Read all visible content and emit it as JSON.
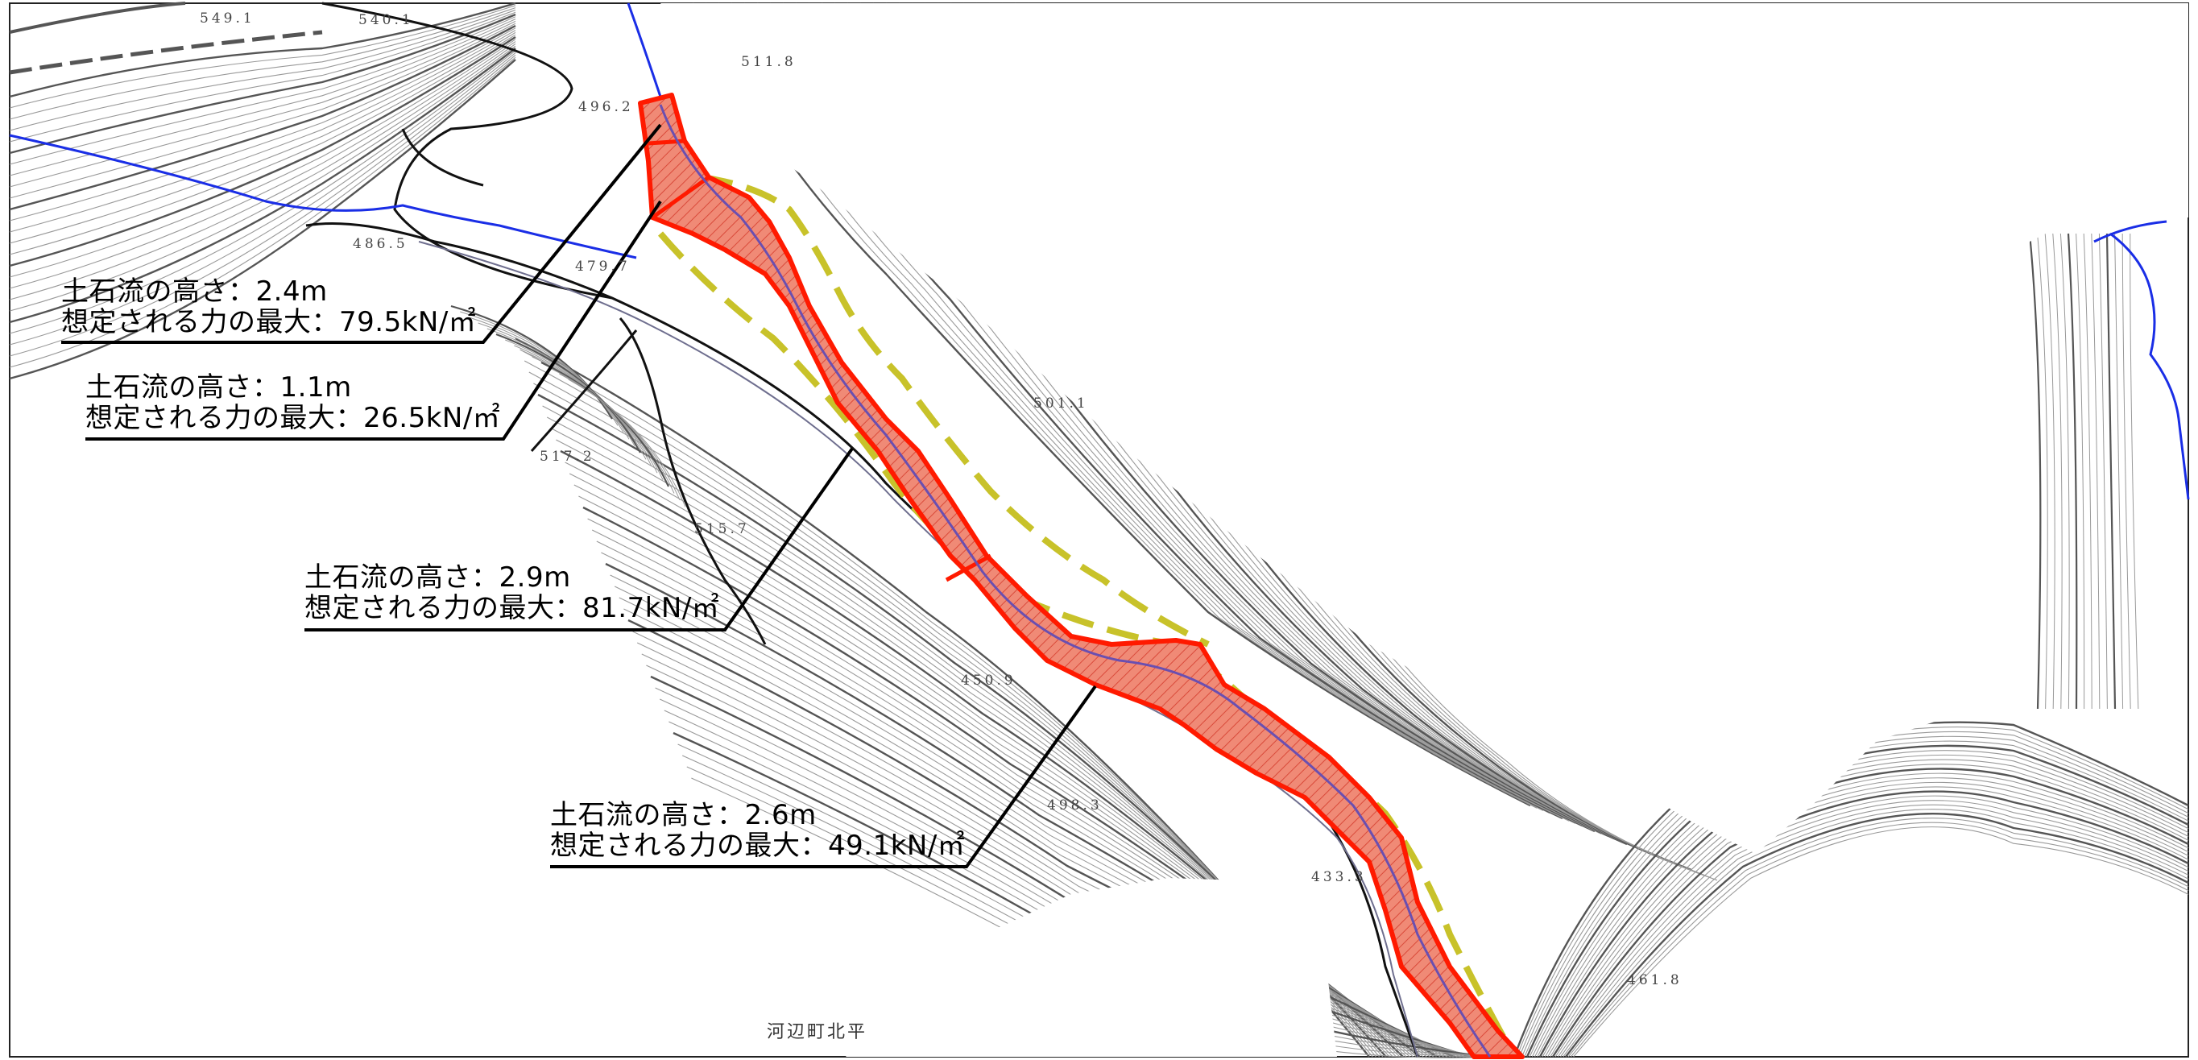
{
  "map": {
    "place_name": "河辺町北平",
    "elevations": [
      "549.1",
      "540.1",
      "511.8",
      "496.2",
      "486.5",
      "479.7",
      "501.1",
      "517.2",
      "515.7",
      "450.9",
      "498.3",
      "433.3",
      "461.8"
    ]
  },
  "callouts": [
    {
      "height_line": "土石流の高さ：2.4m",
      "force_line": "想定される力の最大：79.5kN/㎡"
    },
    {
      "height_line": "土石流の高さ：1.1m",
      "force_line": "想定される力の最大：26.5kN/㎡"
    },
    {
      "height_line": "土石流の高さ：2.9m",
      "force_line": "想定される力の最大：81.7kN/㎡"
    },
    {
      "height_line": "土石流の高さ：2.6m",
      "force_line": "想定される力の最大：49.1kN/㎡"
    }
  ],
  "colors": {
    "hazard_zone_outline": "#ff1a00",
    "hazard_zone_fill": "#f2836e",
    "warning_zone_dash": "#c8c22a",
    "stream": "#1a2ee6",
    "contour": "#777777",
    "road": "#111111",
    "channel": "#6a4fb0"
  }
}
